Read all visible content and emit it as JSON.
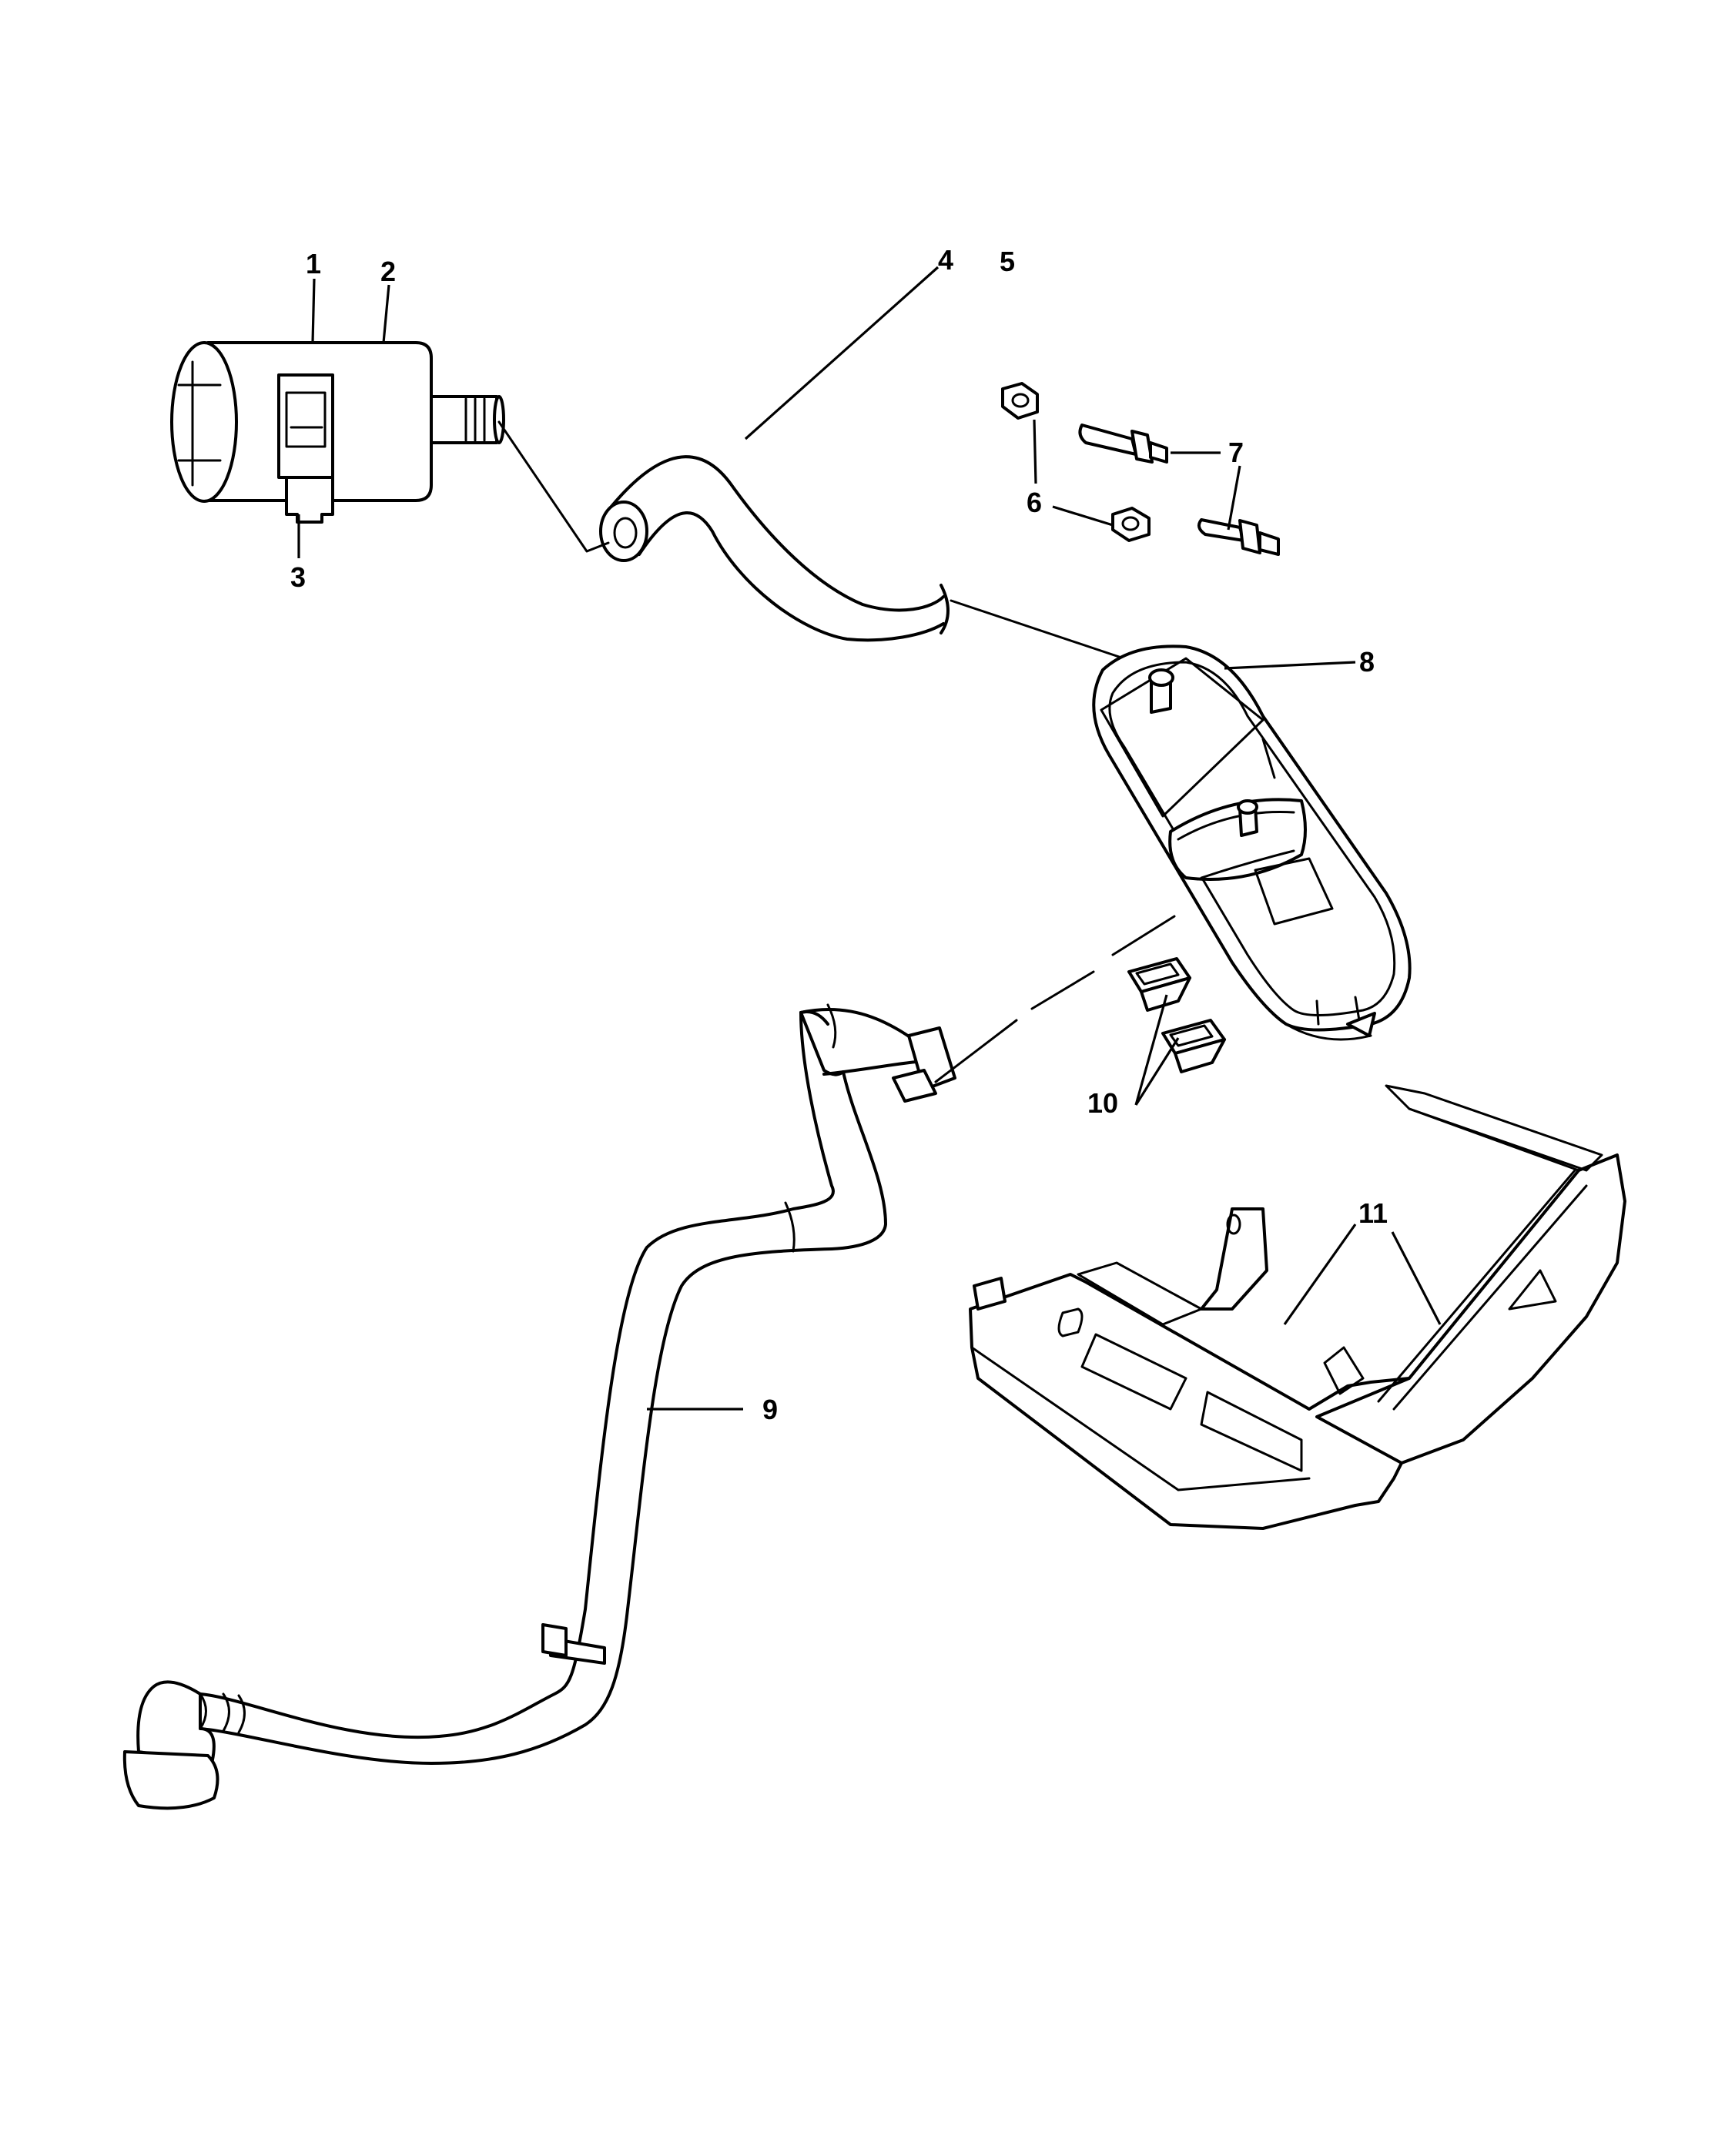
{
  "callouts": [
    "1",
    "2",
    "3",
    "4",
    "5",
    "6",
    "7",
    "8",
    "9",
    "10",
    "11"
  ],
  "icons": {
    "part1": "solenoid-valve-icon",
    "part4": "vacuum-hose-icon",
    "part6": "hex-nut-icon",
    "part7": "stud-pin-icon",
    "part8": "vapor-canister-icon",
    "part9": "vent-hose-icon",
    "part10": "retainer-clip-icon",
    "part11": "mounting-bracket-icon"
  }
}
